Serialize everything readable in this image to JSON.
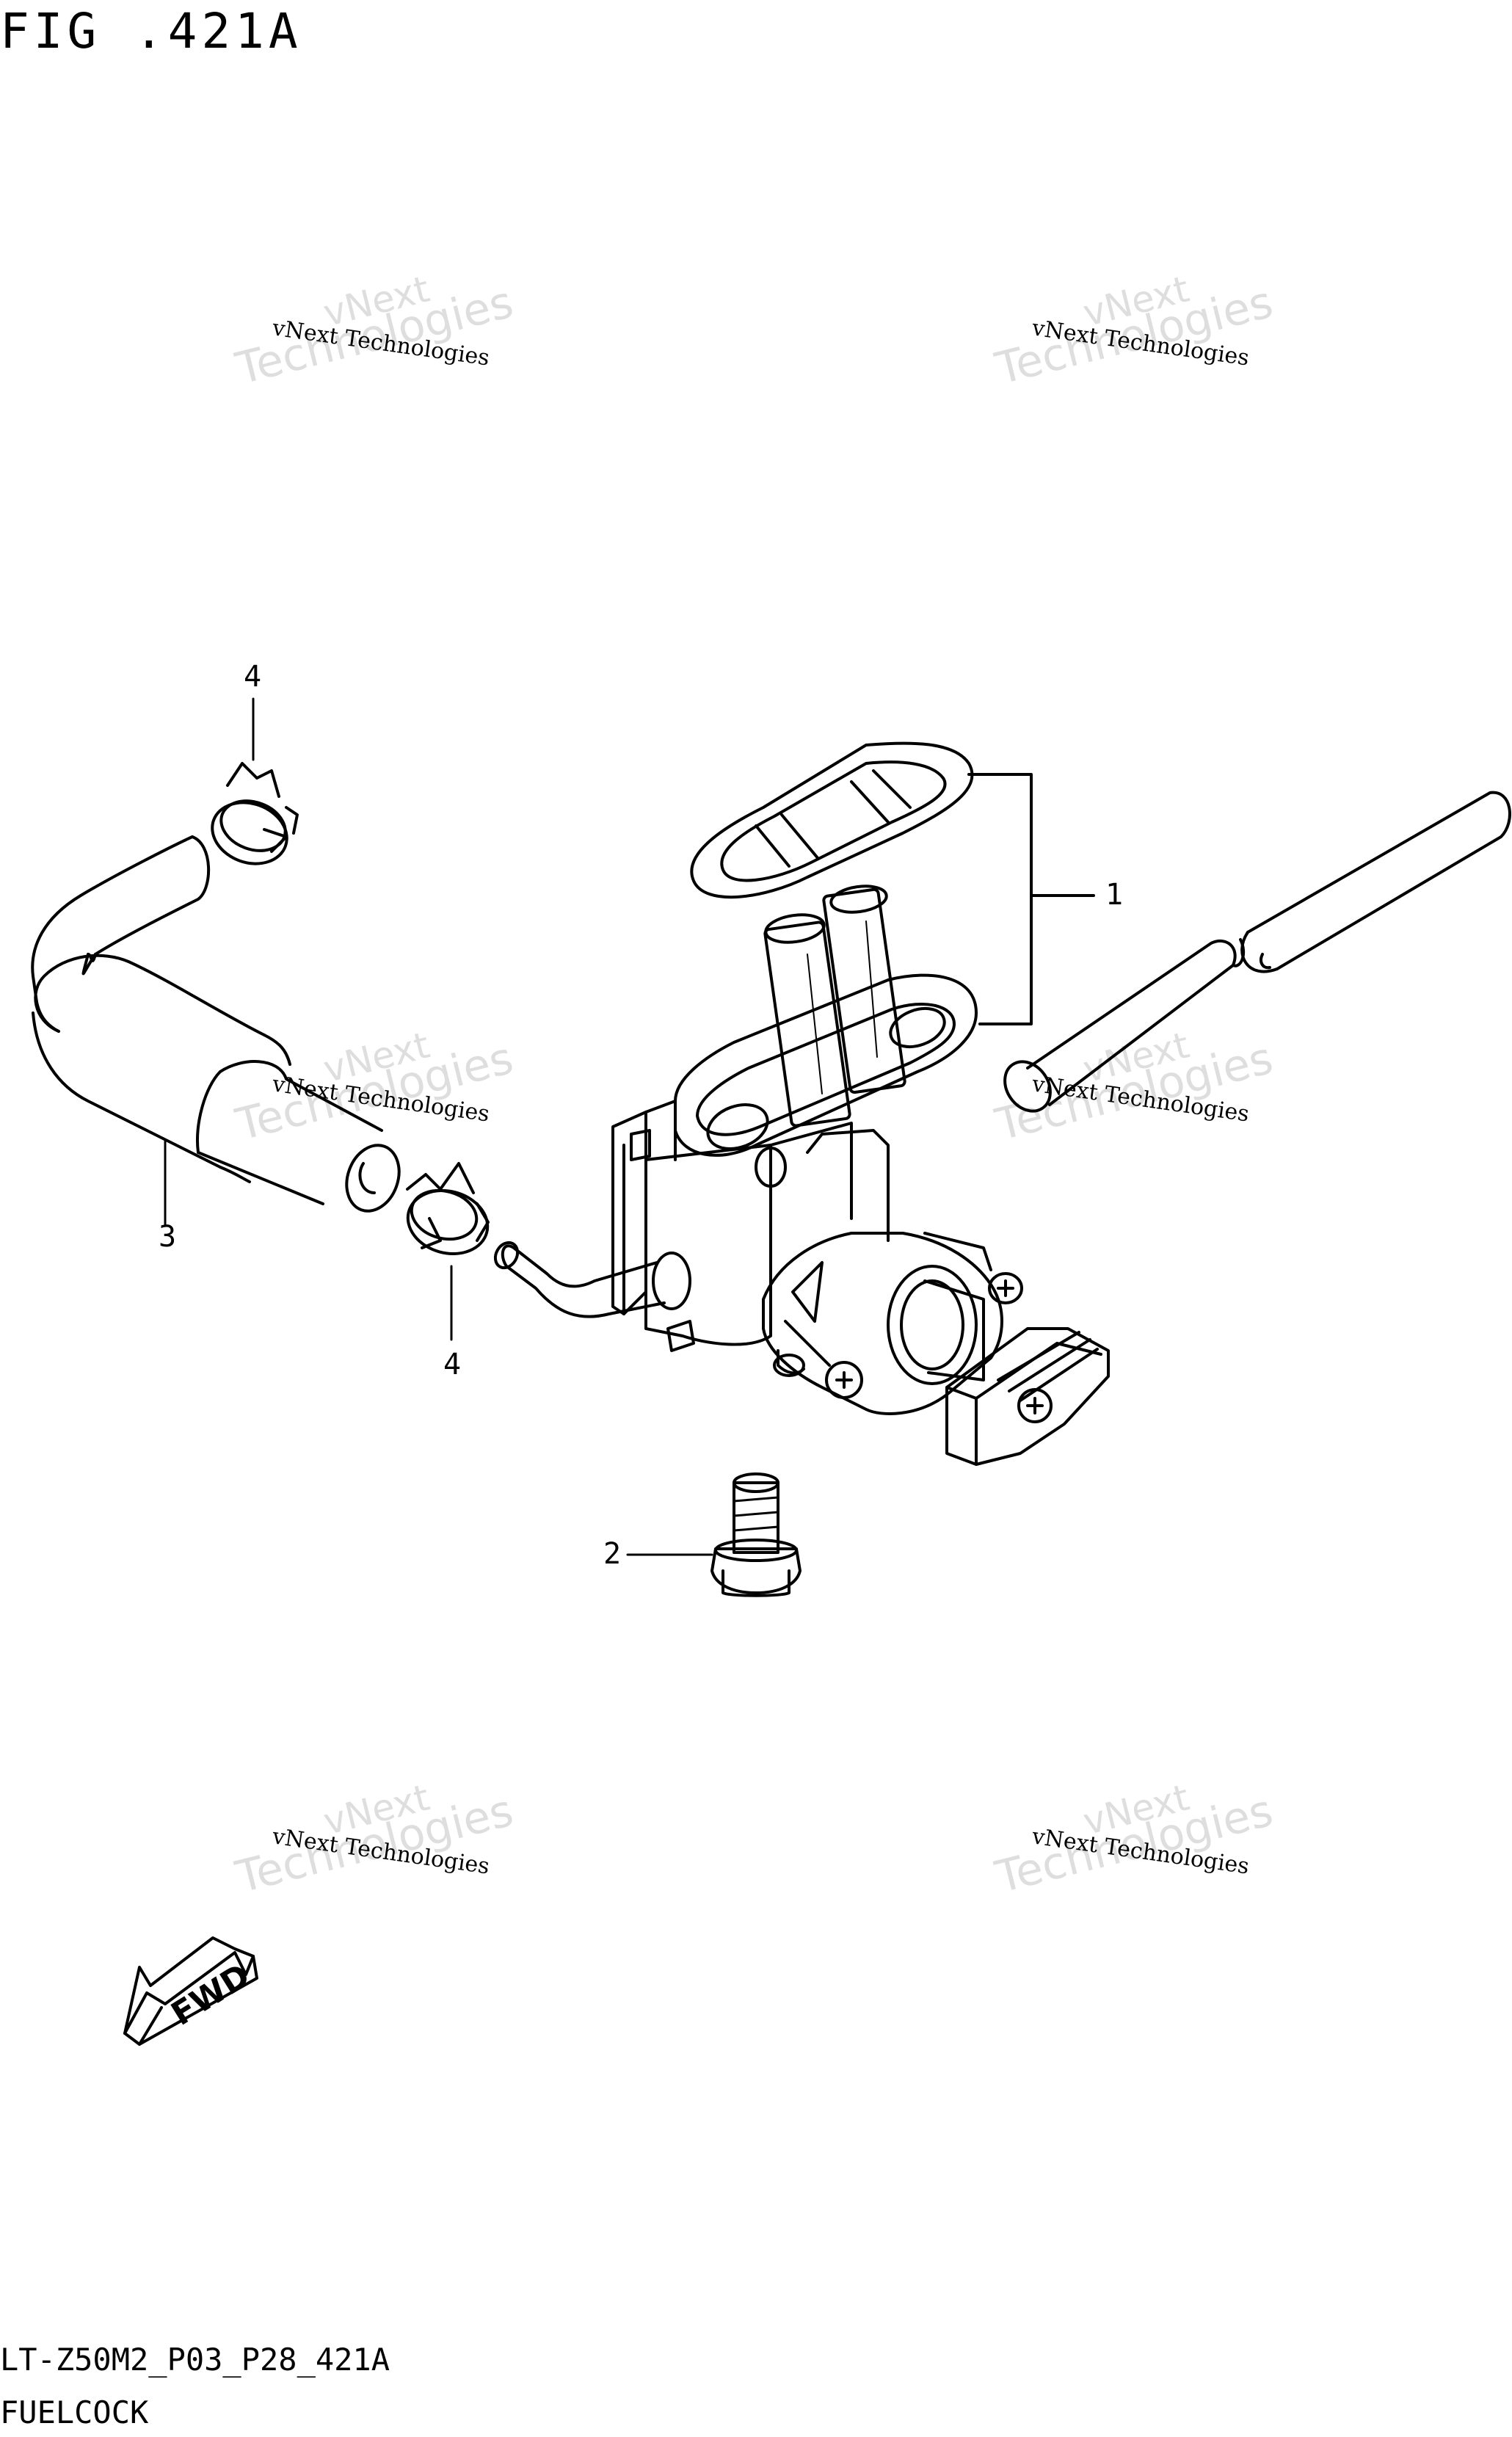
{
  "figure": {
    "title": "FIG .421A",
    "code": "LT-Z50M2_P03_P28_421A",
    "name": "FUELCOCK"
  },
  "callouts": [
    {
      "id": "1",
      "label": "1"
    },
    {
      "id": "2",
      "label": "2"
    },
    {
      "id": "3",
      "label": "3"
    },
    {
      "id": "4a",
      "label": "4"
    },
    {
      "id": "4b",
      "label": "4"
    }
  ],
  "direction_arrow": {
    "label": "FWD"
  },
  "watermark": {
    "line1": "vNext Technologies",
    "big_a": "Technologies",
    "big_b": "vNext"
  },
  "colors": {
    "ink": "#000000",
    "background": "#ffffff"
  }
}
